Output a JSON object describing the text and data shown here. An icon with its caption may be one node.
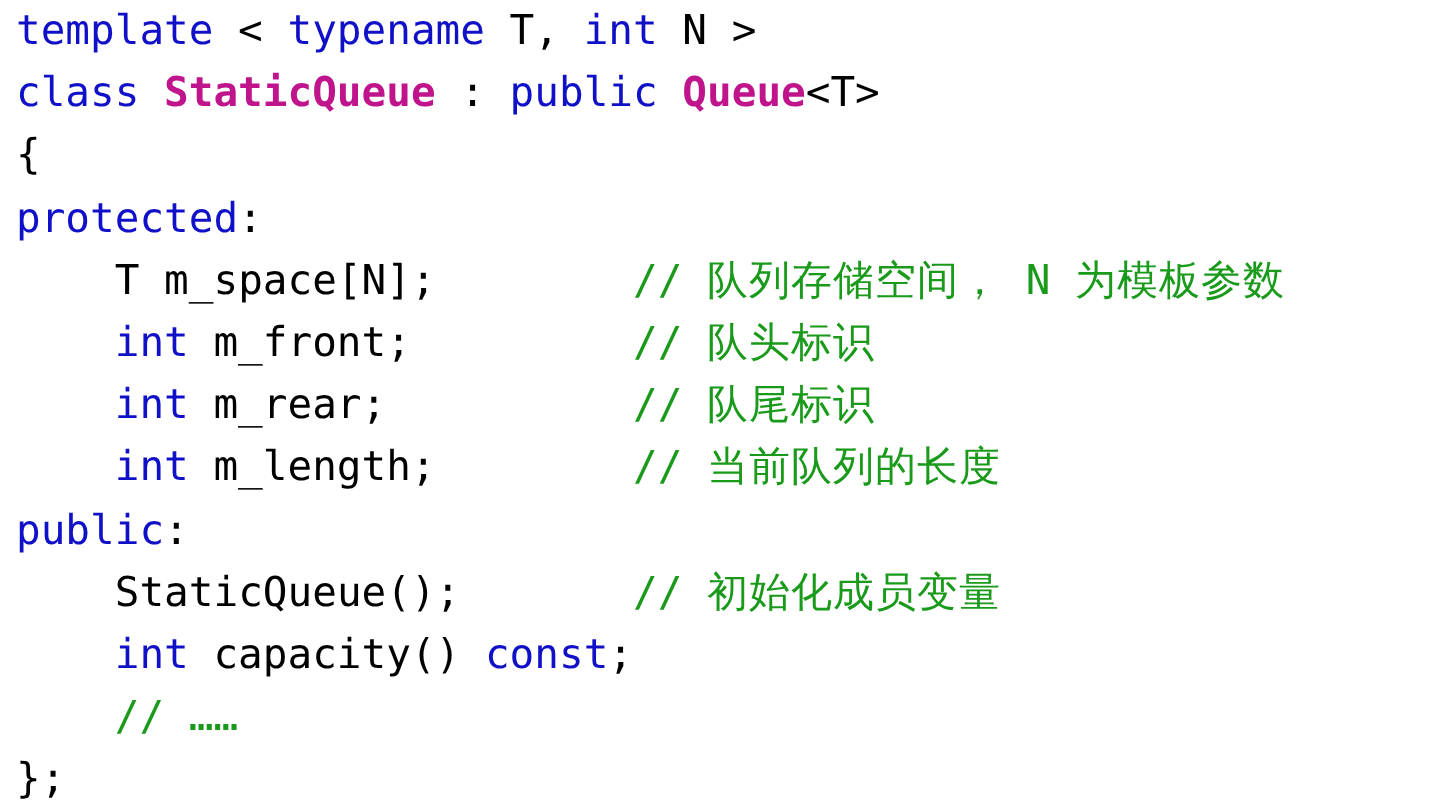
{
  "diagram": {
    "labels": [
      "template",
      "<",
      "typename",
      "T,",
      "int",
      "N >",
      "class",
      "StaticQueue",
      ":",
      "public",
      "Queue",
      "<T>",
      "{",
      "protected",
      ":",
      "T m_space[N];",
      "// 队列存储空间， N 为模板参数",
      "int",
      "m_front;",
      "// 队头标识",
      "int",
      "m_rear;",
      "// 队尾标识",
      "int",
      "m_length;",
      "// 当前队列的长度",
      "public",
      ":",
      "StaticQueue();",
      "// 初始化成员变量",
      "int",
      "capacity()",
      "const",
      ";",
      "// ……",
      "};"
    ]
  }
}
